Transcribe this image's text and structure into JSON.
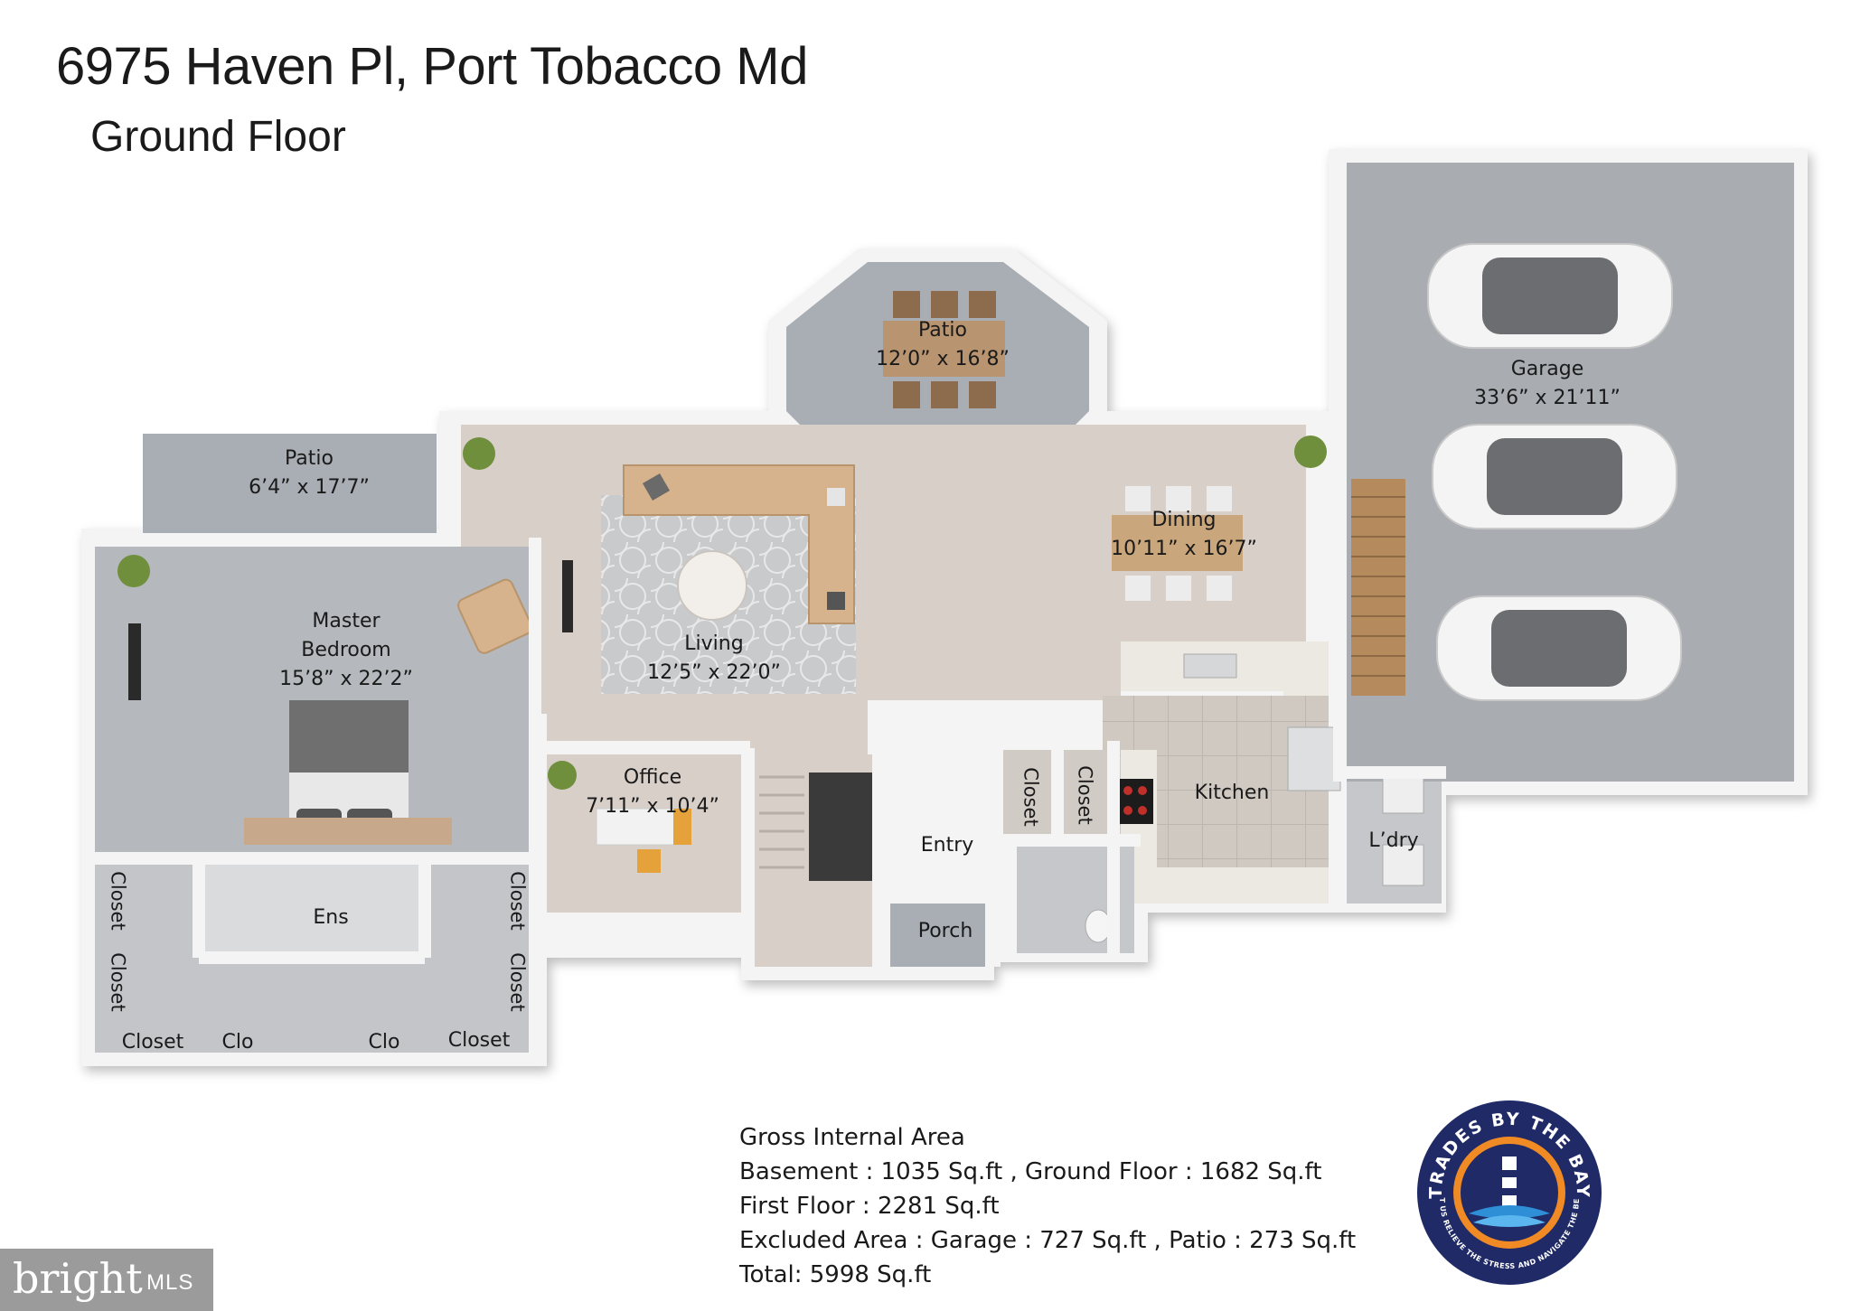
{
  "header": {
    "title": "6975 Haven Pl, Port Tobacco Md",
    "subtitle": "Ground Floor"
  },
  "rooms": {
    "patio_top": {
      "name": "Patio",
      "dims": "12’0” x 16’8”"
    },
    "patio_left": {
      "name": "Patio",
      "dims": "6’4” x 17’7”"
    },
    "garage": {
      "name": "Garage",
      "dims": "33’6” x 21’11”"
    },
    "dining": {
      "name": "Dining",
      "dims": "10’11” x 16’7”"
    },
    "living": {
      "name": "Living",
      "dims": "12’5” x 22’0”"
    },
    "master": {
      "name1": "Master",
      "name2": "Bedroom",
      "dims": "15’8” x 22’2”"
    },
    "office": {
      "name": "Office",
      "dims": "7’11” x 10’4”"
    },
    "kitchen": {
      "name": "Kitchen"
    },
    "entry": {
      "name": "Entry"
    },
    "porch": {
      "name": "Porch"
    },
    "laundry": {
      "name": "L’dry"
    },
    "ensuite": {
      "name": "Ens"
    },
    "closet": "Closet",
    "clo": "Clo"
  },
  "area_summary": {
    "line1": "Gross Internal Area",
    "line2": "Basement  : 1035 Sq.ft , Ground Floor : 1682 Sq.ft",
    "line3": "First Floor : 2281 Sq.ft",
    "line4": "Excluded Area : Garage : 727 Sq.ft , Patio : 273 Sq.ft",
    "line5": "Total: 5998 Sq.ft"
  },
  "logo": {
    "top_text": "TRADES BY THE BAY",
    "bottom_text": "LET US RELIEVE THE STRESS AND NAVIGATE THE BEST"
  },
  "watermark": {
    "brand": "bright",
    "suffix": "MLS"
  },
  "colors": {
    "wall": "#f4f4f4",
    "floor_beige": "#d8cfc9",
    "floor_gray": "#b5b8bc",
    "garage_floor": "#a9adb2",
    "patio": "#a8aeb4",
    "tile": "#cfc9c2",
    "logo_navy": "#1f2a66",
    "logo_orange": "#f08a24"
  }
}
